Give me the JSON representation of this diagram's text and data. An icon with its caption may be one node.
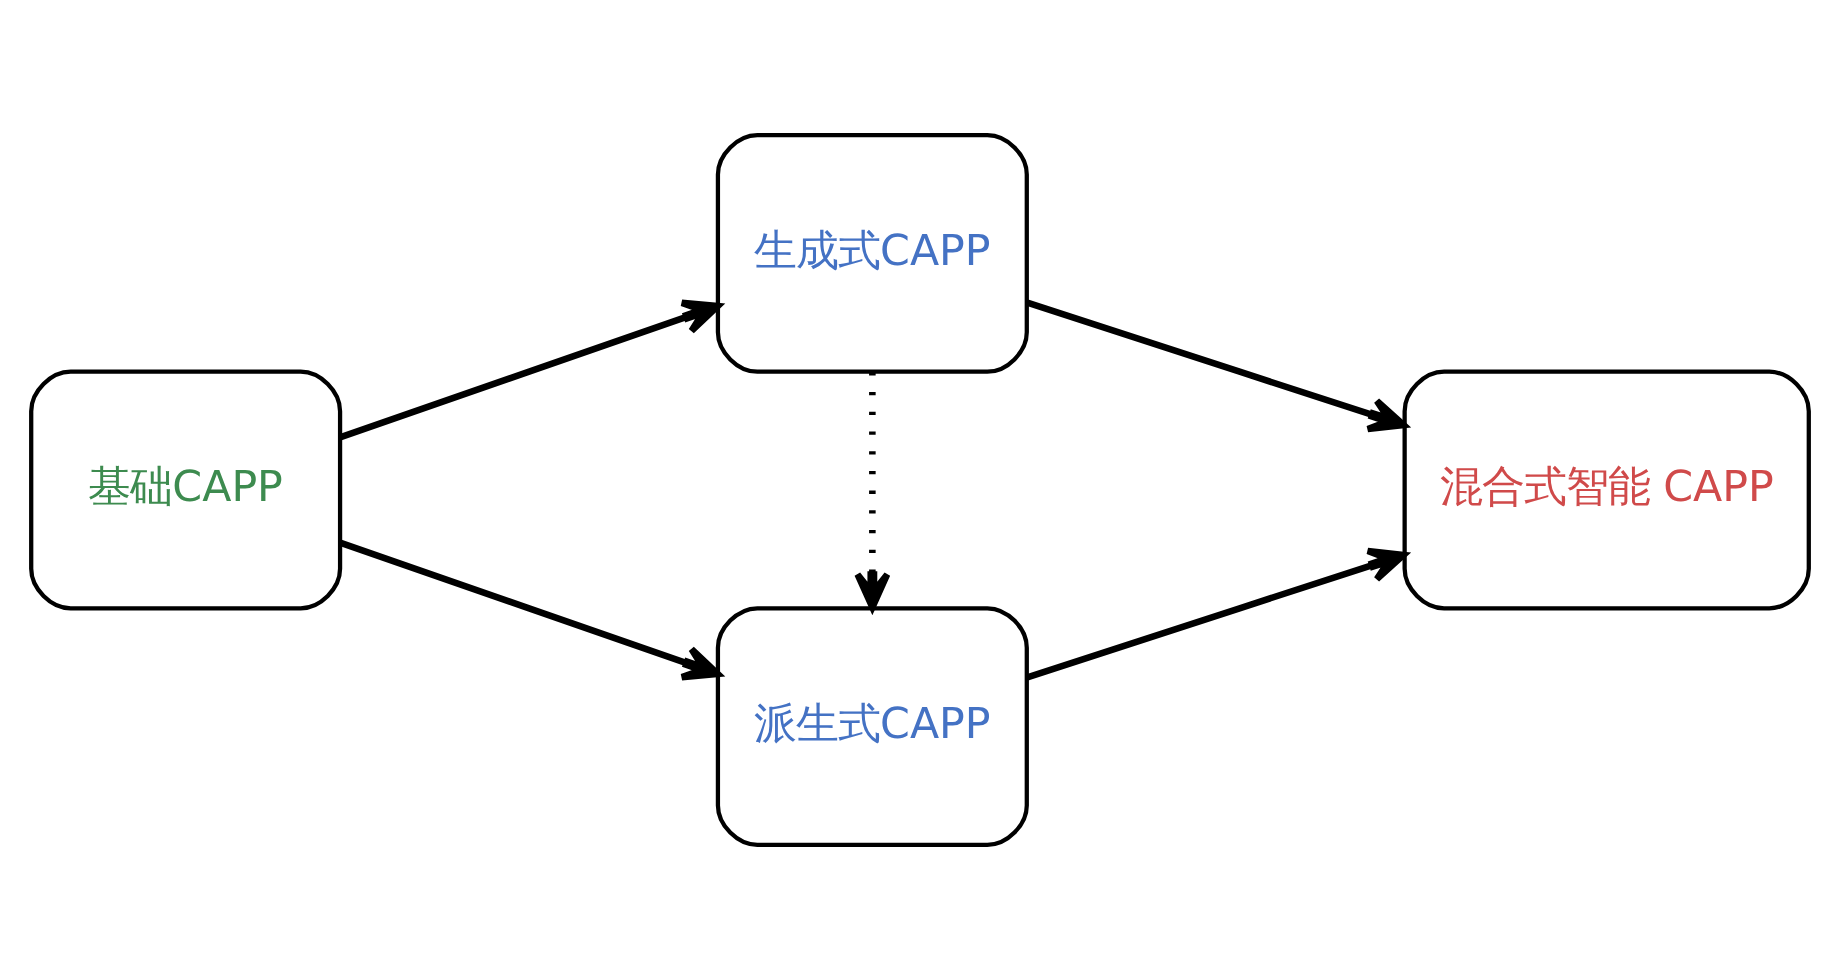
{
  "diagram": {
    "nodes": [
      {
        "text": [
          "基础CAPP"
        ]
      },
      {
        "text": [
          "生成式CAPP"
        ]
      },
      {
        "text": [
          "派生式CAPP"
        ]
      },
      {
        "text": [
          "混合式智能 CAPP"
        ]
      }
    ],
    "edges": [
      {
        "from": 0,
        "to": 1,
        "arrow": "to"
      },
      {
        "from": 0,
        "to": 2,
        "arrow": "to"
      },
      {
        "from": 1,
        "to": 3,
        "arrow": "to"
      },
      {
        "from": 1,
        "to": 2,
        "arrow": "to",
        "style": "dashed"
      },
      {
        "from": 2,
        "to": 3,
        "arrow": "to"
      }
    ]
  }
}
